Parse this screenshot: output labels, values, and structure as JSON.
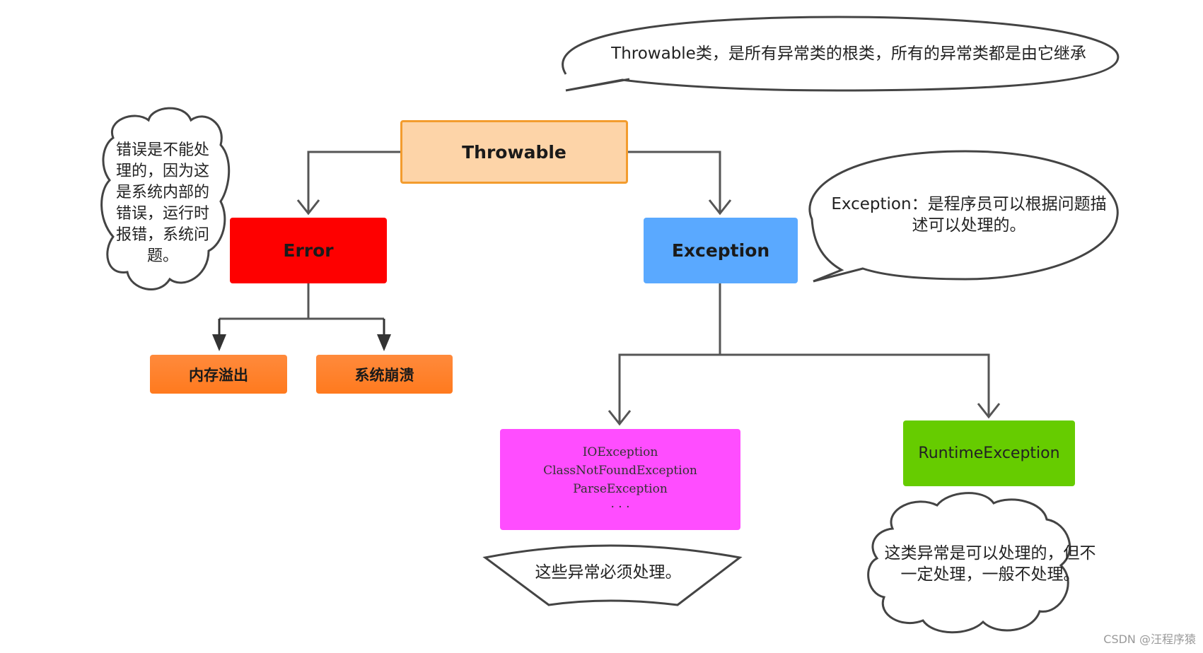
{
  "nodes": {
    "throwable": "Throwable",
    "error": "Error",
    "exception": "Exception",
    "memory_overflow": "内存溢出",
    "system_crash": "系统崩溃",
    "checked": [
      "IOException",
      "ClassNotFoundException",
      "ParseException",
      "· · ·"
    ],
    "runtime": "RuntimeException"
  },
  "notes": {
    "throwable": "Throwable类，是所有异常类的根类，所有的异常类都是由它继承",
    "exception": "Exception：是程序员可以根据问题描述可以处理的。",
    "error": "错误是不能处理的，因为这是系统内部的错误，运行时报错，系统问题。",
    "checked": "这些异常必须处理。",
    "runtime": "这类异常是可以处理的，但不一定处理，一般不处理。"
  },
  "watermark": "CSDN @汪程序猿",
  "colors": {
    "throwable_fill": "#fdd4a8",
    "throwable_border": "#f39c2e",
    "error_fill": "#fe0000",
    "exception_fill": "#5aa9ff",
    "leaf_orange": "#ff7a1e",
    "checked_fill": "#ff4dff",
    "runtime_fill": "#66cc00",
    "connector": "#555555"
  }
}
